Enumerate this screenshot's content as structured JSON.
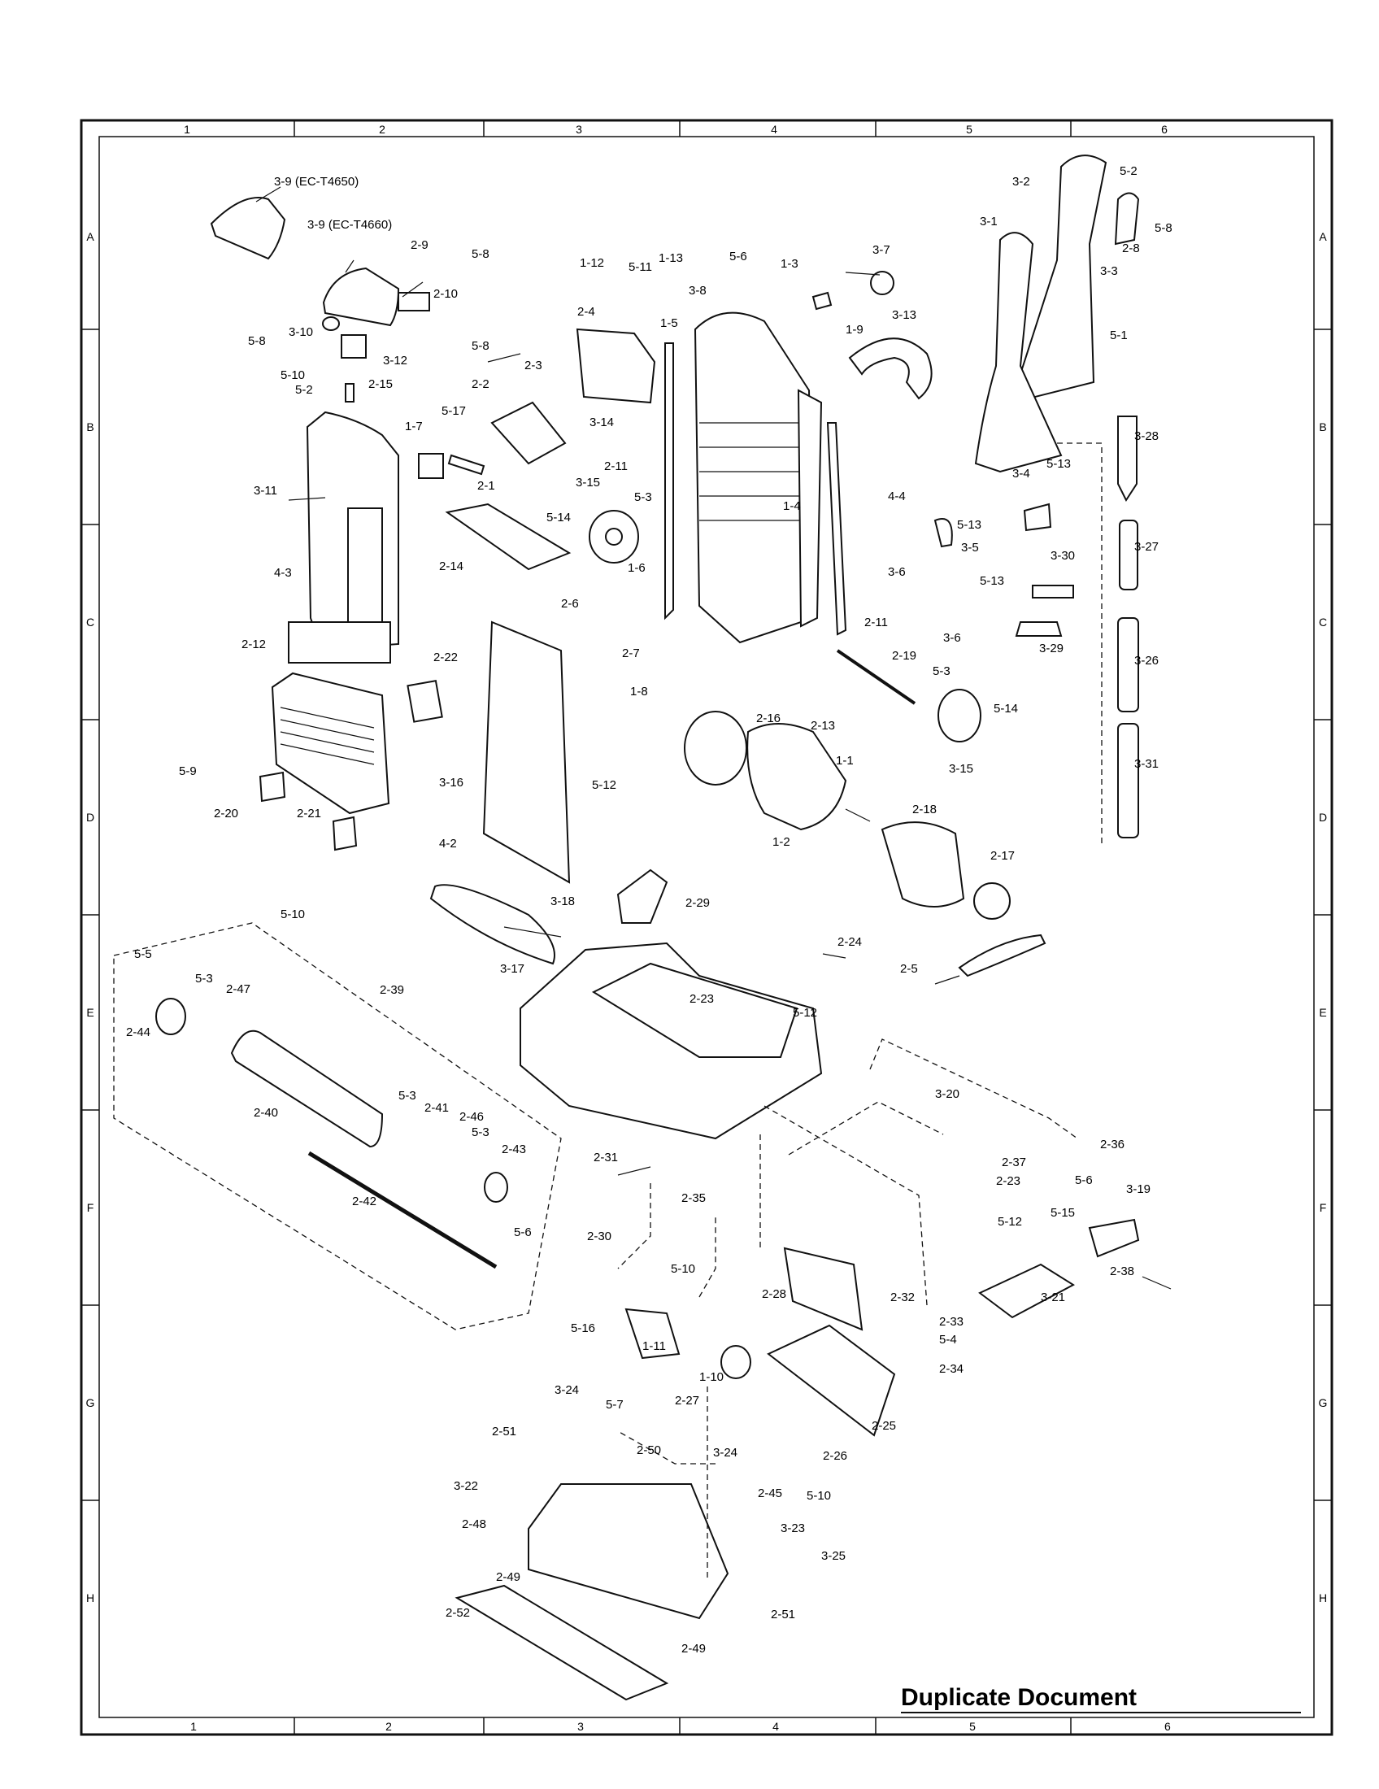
{
  "zones": {
    "columns": [
      "1",
      "2",
      "3",
      "4",
      "5",
      "6"
    ],
    "rows": [
      "A",
      "B",
      "C",
      "D",
      "E",
      "F",
      "G",
      "H"
    ]
  },
  "labels": {
    "m_3_9a": "3-9 (EC-T4650)",
    "m_3_9b": "3-9 (EC-T4660)",
    "m_2_9": "2-9",
    "m_5_8a": "5-8",
    "m_2_10": "2-10",
    "m_5_8b": "5-8",
    "m_3_10": "3-10",
    "m_3_12": "3-12",
    "m_5_10a": "5-10",
    "m_5_2a": "5-2",
    "m_2_15": "2-15",
    "m_3_11": "3-11",
    "m_4_3": "4-3",
    "m_2_12": "2-12",
    "m_2_22": "2-22",
    "m_3_16": "3-16",
    "m_5_9": "5-9",
    "m_2_20": "2-20",
    "m_2_21": "2-21",
    "m_5_10b": "5-10",
    "m_1_12": "1-12",
    "m_5_11": "5-11",
    "m_1_13": "1-13",
    "m_5_6a": "5-6",
    "m_1_3": "1-3",
    "m_3_7": "3-7",
    "m_2_4": "2-4",
    "m_3_8": "3-8",
    "m_1_5": "1-5",
    "m_1_9": "1-9",
    "m_3_13": "3-13",
    "m_5_8c": "5-8",
    "m_2_3": "2-3",
    "m_2_2": "2-2",
    "m_5_17": "5-17",
    "m_1_7": "1-7",
    "m_3_14": "3-14",
    "m_2_1": "2-1",
    "m_2_11a": "2-11",
    "m_3_15a": "3-15",
    "m_5_3a": "5-3",
    "m_5_14a": "5-14",
    "m_2_14": "2-14",
    "m_1_4": "1-4",
    "m_4_4": "4-4",
    "m_1_6": "1-6",
    "m_2_6": "2-6",
    "m_2_7": "2-7",
    "m_1_8": "1-8",
    "m_2_11b": "2-11",
    "m_3_6a": "3-6",
    "m_3_6b": "3-6",
    "m_2_19": "2-19",
    "m_2_13": "2-13",
    "m_5_3b": "5-3",
    "m_5_14b": "5-14",
    "m_3_15b": "3-15",
    "m_2_16": "2-16",
    "m_1_1": "1-1",
    "m_1_2": "1-2",
    "m_2_18": "2-18",
    "m_2_17": "2-17",
    "m_4_2": "4-2",
    "m_5_12a": "5-12",
    "m_2_29": "2-29",
    "m_3_18": "3-18",
    "m_2_24": "2-24",
    "m_2_5": "2-5",
    "m_3_2": "3-2",
    "m_5_2b": "5-2",
    "m_3_1": "3-1",
    "m_2_8": "2-8",
    "m_5_8d": "5-8",
    "m_3_3": "3-3",
    "m_5_1": "5-1",
    "m_3_28": "3-28",
    "m_3_4": "3-4",
    "m_5_13a": "5-13",
    "m_5_13b": "5-13",
    "m_3_5": "3-5",
    "m_5_13c": "5-13",
    "m_3_30": "3-30",
    "m_3_27": "3-27",
    "m_3_29": "3-29",
    "m_3_26": "3-26",
    "m_3_31": "3-31",
    "m_5_5": "5-5",
    "m_5_3c": "5-3",
    "m_2_47": "2-47",
    "m_2_44": "2-44",
    "m_2_39": "2-39",
    "m_2_40": "2-40",
    "m_5_3d": "5-3",
    "m_2_41": "2-41",
    "m_2_46": "2-46",
    "m_5_3e": "5-3",
    "m_2_43": "2-43",
    "m_2_42": "2-42",
    "m_5_6b": "5-6",
    "m_3_17": "3-17",
    "m_2_23a": "2-23",
    "m_5_12b": "5-12",
    "m_3_20": "3-20",
    "m_2_31": "2-31",
    "m_2_35": "2-35",
    "m_2_30": "2-30",
    "m_5_10c": "5-10",
    "m_2_36": "2-36",
    "m_2_37": "2-37",
    "m_5_6c": "5-6",
    "m_2_23b": "2-23",
    "m_3_19": "3-19",
    "m_5_15": "5-15",
    "m_5_12c": "5-12",
    "m_3_21": "3-21",
    "m_2_38": "2-38",
    "m_2_28": "2-28",
    "m_2_32": "2-32",
    "m_5_16": "5-16",
    "m_1_11": "1-11",
    "m_1_10": "1-10",
    "m_2_33": "2-33",
    "m_5_4": "5-4",
    "m_2_34": "2-34",
    "m_2_27": "2-27",
    "m_2_25": "2-25",
    "m_3_24a": "3-24",
    "m_5_7": "5-7",
    "m_2_51a": "2-51",
    "m_2_50": "2-50",
    "m_3_24b": "3-24",
    "m_2_26": "2-26",
    "m_5_10d": "5-10",
    "m_3_22": "3-22",
    "m_2_45": "2-45",
    "m_2_48": "2-48",
    "m_3_23": "3-23",
    "m_3_25": "3-25",
    "m_2_49a": "2-49",
    "m_2_51b": "2-51",
    "m_2_52": "2-52",
    "m_2_49b": "2-49"
  },
  "footer": {
    "stamp": "Duplicate Document",
    "page_zone": "6"
  }
}
